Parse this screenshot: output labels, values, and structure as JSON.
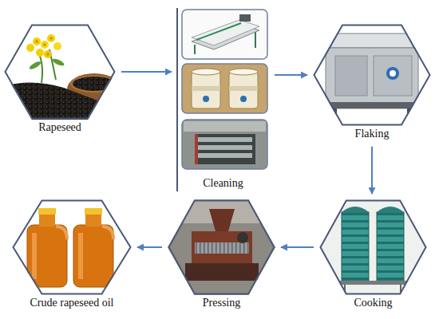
{
  "diagram": {
    "nodes": [
      {
        "text": [
          "Rapeseed"
        ]
      },
      {
        "text": [
          "Cleaning"
        ]
      },
      {
        "text": [
          "Flaking"
        ]
      },
      {
        "text": [
          "Cooking"
        ]
      },
      {
        "text": [
          "Pressing"
        ]
      },
      {
        "text": [
          "Crude rapeseed oil"
        ]
      }
    ],
    "edges": [
      {
        "from": 0,
        "to": 1,
        "arrow": "to"
      },
      {
        "from": 1,
        "to": 2,
        "arrow": "to"
      },
      {
        "from": 2,
        "to": 3,
        "arrow": "to"
      },
      {
        "from": 3,
        "to": 4,
        "arrow": "to"
      },
      {
        "from": 4,
        "to": 5,
        "arrow": "to"
      }
    ]
  }
}
